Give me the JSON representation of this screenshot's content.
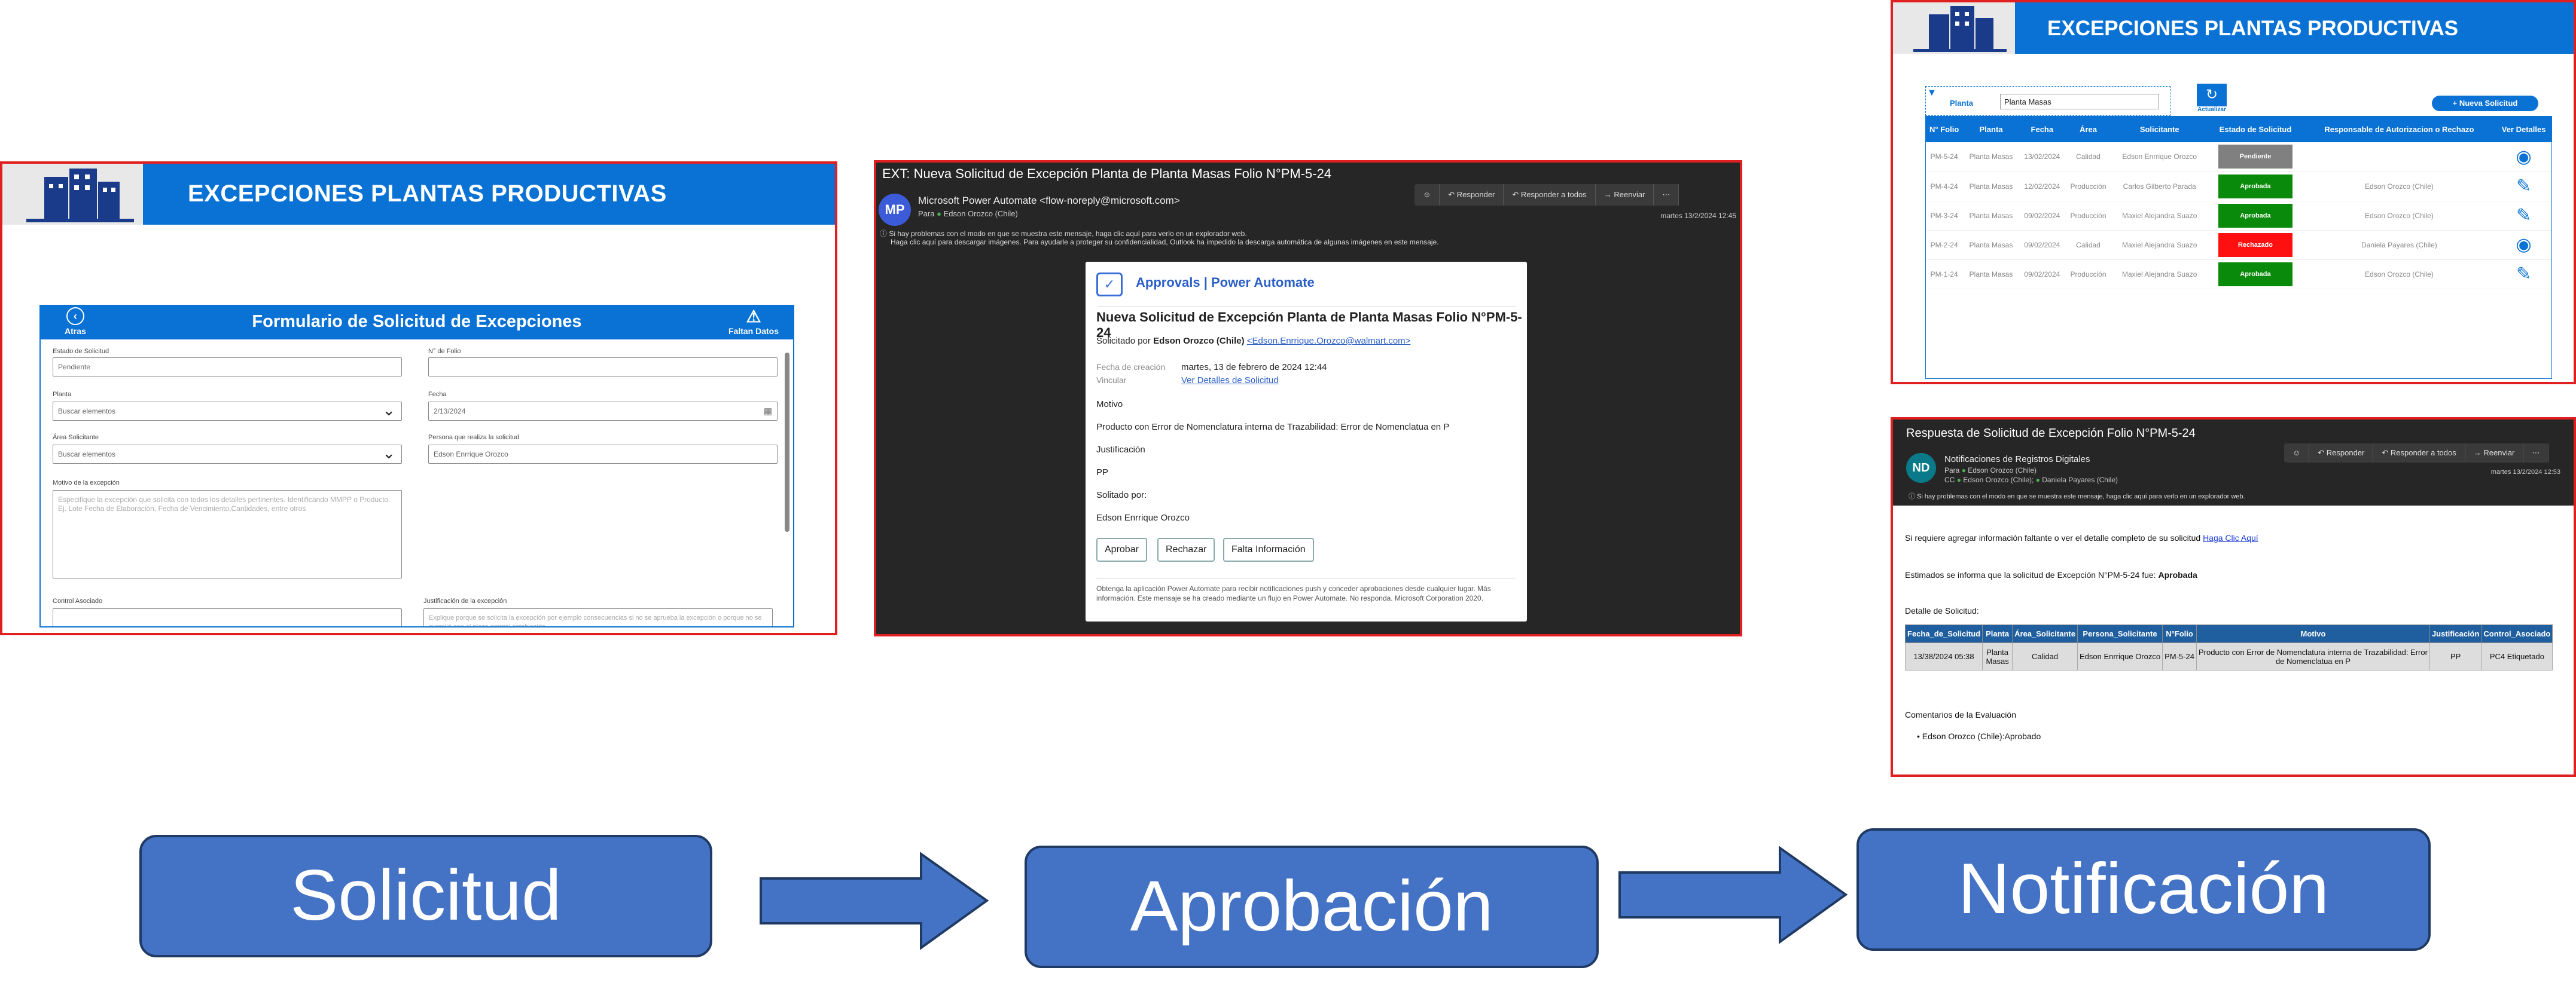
{
  "banner_title": "EXCEPCIONES PLANTAS PRODUCTIVAS",
  "form": {
    "title": "Formulario de Solicitud de Excepciones",
    "back": "Atras",
    "warn": "Faltan Datos",
    "estado_label": "Estado de Solicitud",
    "estado_value": "Pendiente",
    "folio_label": "N° de Folio",
    "planta_label": "Planta",
    "planta_ph": "Buscar elementos",
    "fecha_label": "Fecha",
    "fecha_value": "2/13/2024",
    "area_label": "Área Solicitante",
    "area_ph": "Buscar elementos",
    "persona_label": "Persona que realiza la solicitud",
    "persona_value": "Edson Enrrique Orozco",
    "motivo_label": "Motivo de la excepción",
    "motivo_ph": "Especifique la excepción que solicita con todos los detalles pertinentes. Identificando MMPP o Producto. Ej. Lote Fecha de Elaboración, Fecha de Vencimiento,Cantidades, entre otros",
    "control_label": "Control Asociado",
    "just_label": "Justificación de la excepción",
    "just_ph": "Explique porque se solicita la excepción por ejemplo consecuencias si no se aprueba la excepción o porque no se cumplió con el plazo normal establecido"
  },
  "email": {
    "subject": "EXT: Nueva Solicitud de Excepción Planta de Planta Masas Folio N°PM-5-24",
    "avatar": "MP",
    "from": "Microsoft Power Automate <flow-noreply@microsoft.com>",
    "to_label": "Para",
    "to": "Edson Orozco (Chile)",
    "toolbar": [
      "☺",
      "↶ Responder",
      "↶ Responder a todos",
      "→ Reenviar",
      "⋯"
    ],
    "date": "martes 13/2/2024 12:45",
    "info1": "Si hay problemas con el modo en que se muestra este mensaje, haga clic aquí para verlo en un explorador web.",
    "info2": "Haga clic aquí para descargar imágenes. Para ayudarle a proteger su confidencialidad, Outlook ha impedido la descarga automática de algunas imágenes en este mensaje.",
    "brand": "Approvals | Power Automate",
    "title": "Nueva Solicitud de Excepción Planta de Planta Masas Folio N°PM-5-24",
    "solicitado_pre": "Solicitado por",
    "solicitado_name": "Edson Orozco (Chile)",
    "solicitado_mail": "<Edson.Enrrique.Orozco@walmart.com>",
    "fecha_label": "Fecha de creación",
    "fecha_value": "martes, 13 de febrero de 2024 12:44",
    "vincular_label": "Vincular",
    "vincular_value": "Ver Detalles de Solicitud",
    "motivo_label": "Motivo",
    "motivo": "Producto con Error de Nomenclatura interna de Trazabilidad: Error de Nomenclatua en P",
    "just_label": "Justificación",
    "just": "PP",
    "solpor_label": "Solitado por:",
    "solpor": "Edson Enrrique Orozco",
    "btn_aprobar": "Aprobar",
    "btn_rechazar": "Rechazar",
    "btn_falta": "Falta Información",
    "footer": "Obtenga la aplicación Power Automate para recibir notificaciones push y conceder aprobaciones desde cualquier lugar. Más información. Este mensaje se ha creado mediante un flujo en Power Automate. No responda. Microsoft Corporation 2020."
  },
  "app": {
    "planta_label": "Planta",
    "planta_value": "Planta Masas",
    "refresh": "Actualizar",
    "nueva": "+ Nueva Solicitud",
    "headers": [
      "N° Folio",
      "Planta",
      "Fecha",
      "Área",
      "Solicitante",
      "Estado de Solicitud",
      "Responsable de Autorizacion o Rechazo",
      "Ver Detalles"
    ],
    "rows": [
      [
        "PM-5-24",
        "Planta Masas",
        "13/02/2024",
        "Calidad",
        "Edson Enrrique Orozco",
        "Pendiente",
        "",
        "eye"
      ],
      [
        "PM-4-24",
        "Planta Masas",
        "12/02/2024",
        "Producción",
        "Carlos Gilberto Parada",
        "Aprobada",
        "Edson Orozco (Chile)",
        "pen"
      ],
      [
        "PM-3-24",
        "Planta Masas",
        "09/02/2024",
        "Producción",
        "Maxiel Alejandra Suazo",
        "Aprobada",
        "Edson Orozco (Chile)",
        "pen"
      ],
      [
        "PM-2-24",
        "Planta Masas",
        "09/02/2024",
        "Calidad",
        "Maxiel Alejandra Suazo",
        "Rechazado",
        "Daniela Payares (Chile)",
        "eye"
      ],
      [
        "PM-1-24",
        "Planta Masas",
        "09/02/2024",
        "Producción",
        "Maxiel Alejandra Suazo",
        "Aprobada",
        "Edson Orozco (Chile)",
        "pen"
      ]
    ]
  },
  "notif": {
    "subject": "Respuesta de Solicitud de Excepción Folio N°PM-5-24",
    "avatar": "ND",
    "from": "Notificaciones de Registros Digitales",
    "to_label": "Para",
    "to": "Edson Orozco (Chile)",
    "cc_label": "CC",
    "cc1": "Edson Orozco (Chile);",
    "cc2": "Daniela Payares (Chile)",
    "toolbar": [
      "☺",
      "↶ Responder",
      "↶ Responder a todos",
      "→ Reenviar",
      "⋯"
    ],
    "date": "martes 13/2/2024 12:53",
    "info": "Si hay problemas con el modo en que se muestra este mensaje, haga clic aquí para verlo en un explorador web.",
    "line1_pre": "Si requiere agregar información faltante o ver el detalle completo de su solicitud",
    "line1_link": "Haga Clic Aquí",
    "line2_pre": "Estimados se informa que la solicitud de Excepción N°PM-5-24 fue:",
    "line2_status": "Aprobada",
    "detalle": "Detalle de Solicitud:",
    "headers": [
      "Fecha_de_Solicitud",
      "Planta",
      "Área_Solicitante",
      "Persona_Solicitante",
      "N°Folio",
      "Motivo",
      "Justificación",
      "Control_Asociado"
    ],
    "row": [
      "13/38/2024 05:38",
      "Planta Masas",
      "Calidad",
      "Edson Enrrique Orozco",
      "PM-5-24",
      "Producto con Error de Nomenclatura interna de Trazabilidad: Error de Nomenclatua en P",
      "PP",
      "PC4 Etiquetado"
    ],
    "comments_title": "Comentarios de la Evaluación",
    "comment": "Edson Orozco (Chile):Aprobado"
  },
  "flow": {
    "step1": "Solicitud",
    "step2": "Aprobación",
    "step3": "Notificación"
  },
  "colors": {
    "brand_blue": "#0a72d4",
    "frame_red": "#e02020",
    "flow_blue": "#4472c4",
    "approved": "#0a8a0a",
    "rejected": "#ff1010",
    "pending": "#808080"
  }
}
